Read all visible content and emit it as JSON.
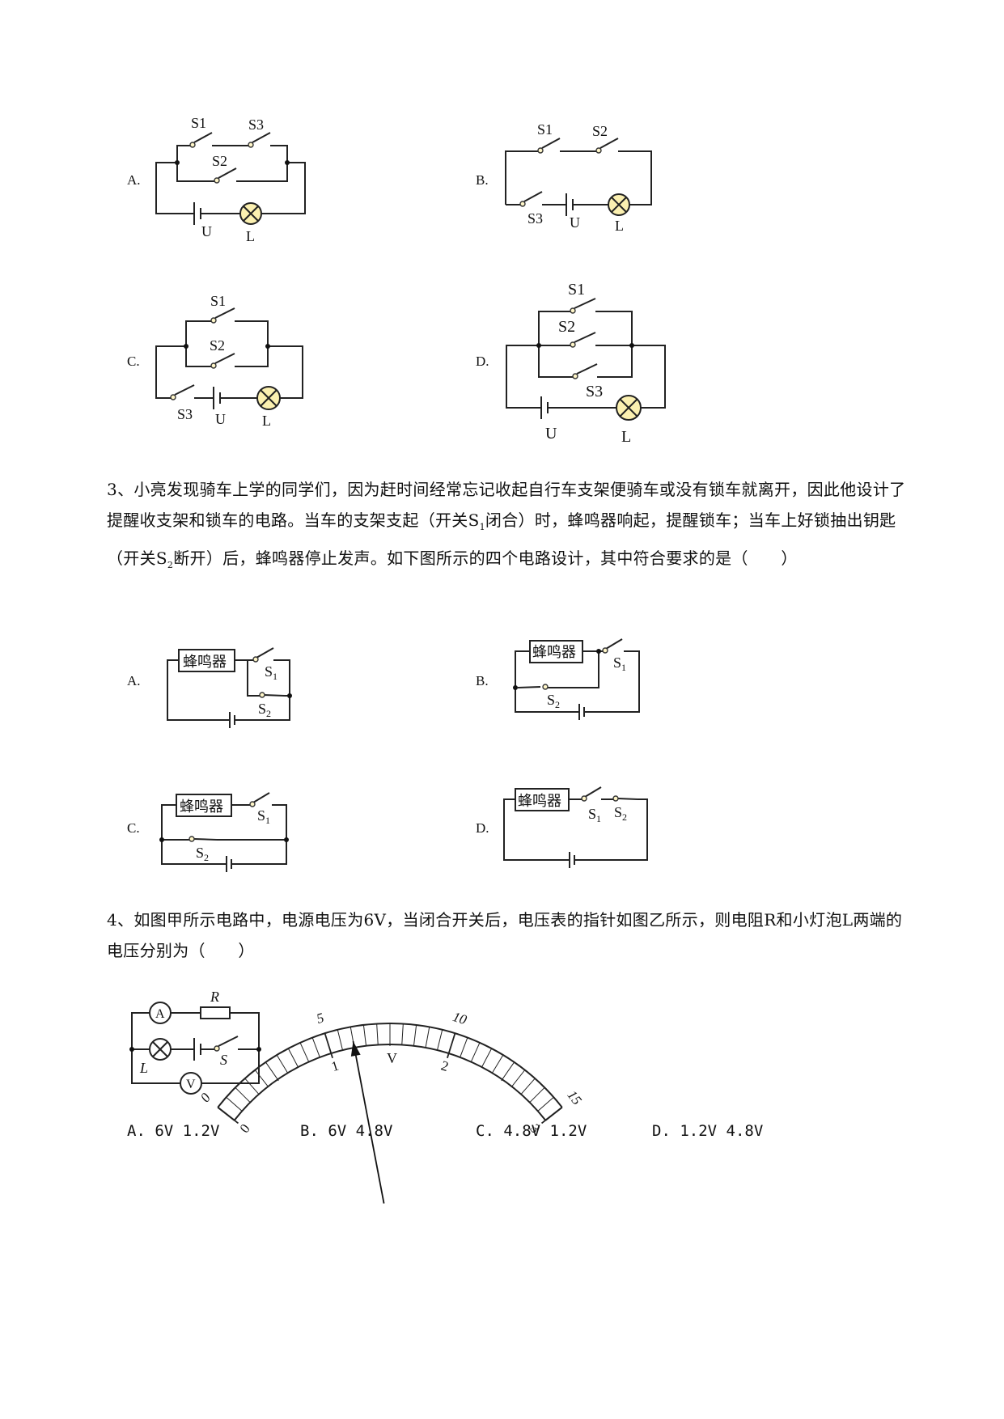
{
  "q2": {
    "options": [
      {
        "letter": "A.",
        "switches": [
          "S1",
          "S3",
          "S2"
        ],
        "battery": "U",
        "lamp": "L"
      },
      {
        "letter": "B.",
        "switches": [
          "S1",
          "S2",
          "S3"
        ],
        "battery": "U",
        "lamp": "L"
      },
      {
        "letter": "C.",
        "switches": [
          "S1",
          "S2",
          "S3"
        ],
        "battery": "U",
        "lamp": "L"
      },
      {
        "letter": "D.",
        "switches": [
          "S1",
          "S2",
          "S3"
        ],
        "battery": "U",
        "lamp": "L"
      }
    ]
  },
  "q3": {
    "number": "3、",
    "text_part1": "小亮发现骑车上学的同学们，因为赶时间经常忘记收起自行车支架便骑车或没有锁车就离开，因此他设计了提醒收支架和锁车的电路。当车的支架支起（开关S",
    "sub1": "1",
    "text_part2": "闭合）时，蜂鸣器响起，提醒锁车；当车上好锁抽出钥匙（开关S",
    "sub2": "2",
    "text_part3": "断开）后，蜂鸣器停止发声。如下图所示的四个电路设计，其中符合要求的是（　　）",
    "buzzer_label": "蜂鸣器",
    "options": [
      {
        "letter": "A."
      },
      {
        "letter": "B."
      },
      {
        "letter": "C."
      },
      {
        "letter": "D."
      }
    ]
  },
  "q4": {
    "number": "4、",
    "text": "如图甲所示电路中，电源电压为6V，当闭合开关后，电压表的指针如图乙所示，则电阻R和小灯泡L两端的电压分别为（　　）",
    "circuit_labels": {
      "ammeter": "A",
      "resistor": "R",
      "lamp": "L",
      "switch": "S",
      "voltmeter": "V"
    },
    "meter": {
      "upper_scale": [
        "0",
        "5",
        "10",
        "15"
      ],
      "lower_scale": [
        "0",
        "1",
        "2",
        "3"
      ],
      "unit": "V",
      "needle_reading_lower": 1.2
    },
    "answers": [
      {
        "letter": "A.",
        "value": "6V  1.2V"
      },
      {
        "letter": "B.",
        "value": "6V  4.8V"
      },
      {
        "letter": "C.",
        "value": "4.8V  1.2V"
      },
      {
        "letter": "D.",
        "value": "1.2V  4.8V"
      }
    ]
  }
}
